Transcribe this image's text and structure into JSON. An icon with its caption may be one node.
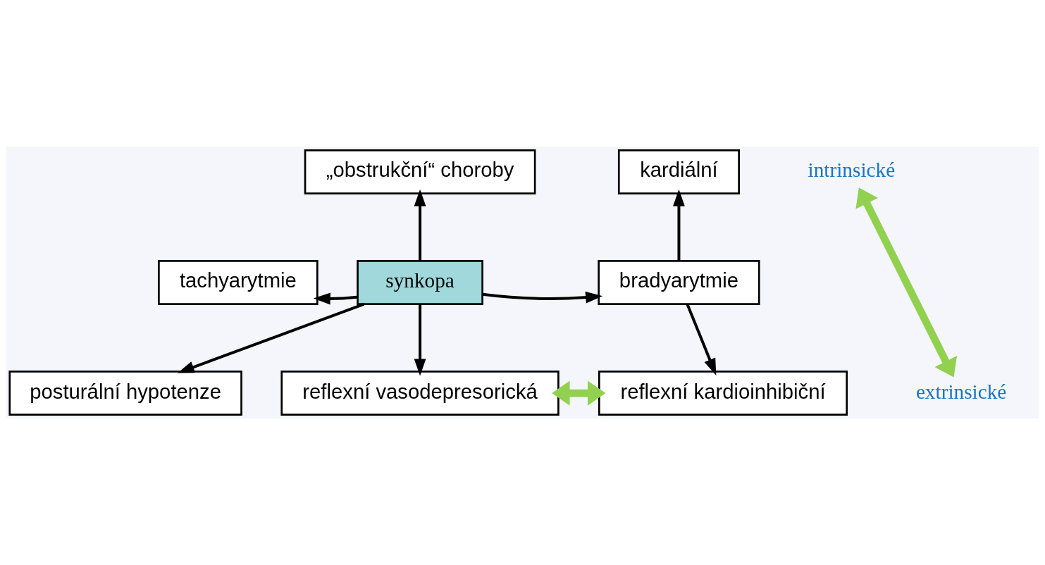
{
  "diagram": {
    "nodes": [
      {
        "text": [
          "„obstrukční“ choroby"
        ]
      },
      {
        "text": [
          "kardiální"
        ]
      },
      {
        "text": [
          "intrinsické"
        ]
      },
      {
        "text": [
          "tachyarytmie"
        ]
      },
      {
        "text": [
          "synkopa"
        ]
      },
      {
        "text": [
          "bradyarytmie"
        ]
      },
      {
        "text": [
          "extrinsické"
        ]
      },
      {
        "text": [
          "posturální hypotenze"
        ]
      },
      {
        "text": [
          "reflexní vasodepresorická"
        ]
      },
      {
        "text": [
          "reflexní kardioinhibiční"
        ]
      }
    ],
    "edges": [
      {
        "from": 4,
        "to": 0,
        "arrow": "to"
      },
      {
        "from": 4,
        "to": 3,
        "arrow": "to"
      },
      {
        "from": 4,
        "to": 5,
        "arrow": "to"
      },
      {
        "from": 4,
        "to": 7,
        "arrow": "to"
      },
      {
        "from": 4,
        "to": 8,
        "arrow": "to"
      },
      {
        "from": 5,
        "to": 1,
        "arrow": "to"
      },
      {
        "from": 5,
        "to": 9,
        "arrow": "to"
      },
      {
        "from": 2,
        "to": 6,
        "arrow": "both",
        "style": "thick",
        "color": "#92d050"
      },
      {
        "from": 8,
        "to": 9,
        "arrow": "both",
        "style": "thick",
        "color": "#92d050"
      }
    ]
  }
}
